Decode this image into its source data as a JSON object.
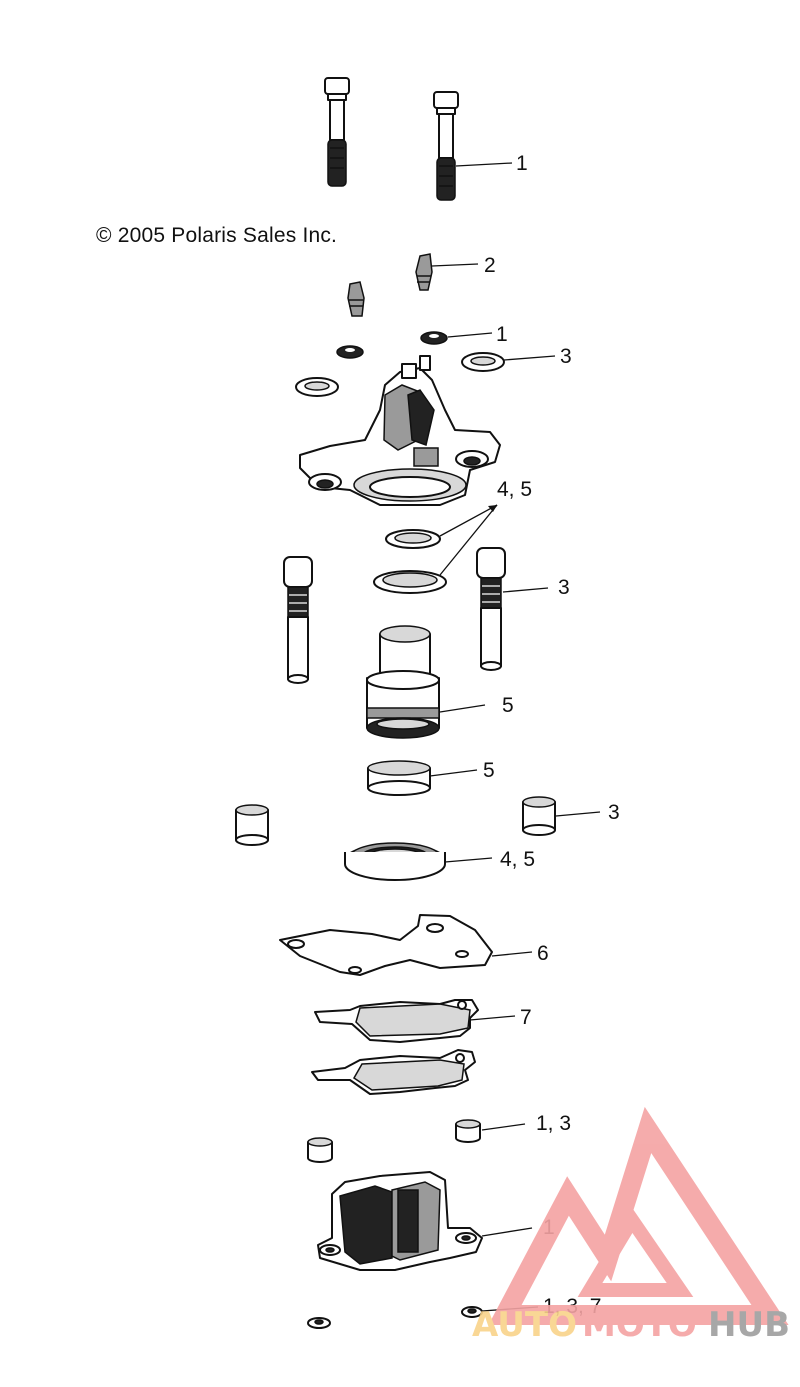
{
  "copyright": "© 2005 Polaris Sales Inc.",
  "callouts": [
    {
      "id": "bolt-1",
      "text": "1"
    },
    {
      "id": "bleeder-2",
      "text": "2"
    },
    {
      "id": "bleeder-1",
      "text": "1"
    },
    {
      "id": "washer-3",
      "text": "3"
    },
    {
      "id": "seals-45",
      "text": "4, 5"
    },
    {
      "id": "pin-3",
      "text": "3"
    },
    {
      "id": "piston-5",
      "text": "5"
    },
    {
      "id": "insulator-5",
      "text": "5"
    },
    {
      "id": "bushing-3",
      "text": "3"
    },
    {
      "id": "seal-45",
      "text": "4,  5"
    },
    {
      "id": "bracket-6",
      "text": "6"
    },
    {
      "id": "pad-7",
      "text": "7"
    },
    {
      "id": "cup-13",
      "text": "1, 3"
    },
    {
      "id": "caliper-1",
      "text": "1"
    },
    {
      "id": "nut-137",
      "text": "1, 3, 7"
    }
  ],
  "watermark": {
    "part1": "AUTO",
    "part2": "MOTO",
    "part3": "HUB",
    "color_primary": "#f4a3a3",
    "color_accent": "#f9d38a",
    "color_dark": "#9e9e9e"
  }
}
